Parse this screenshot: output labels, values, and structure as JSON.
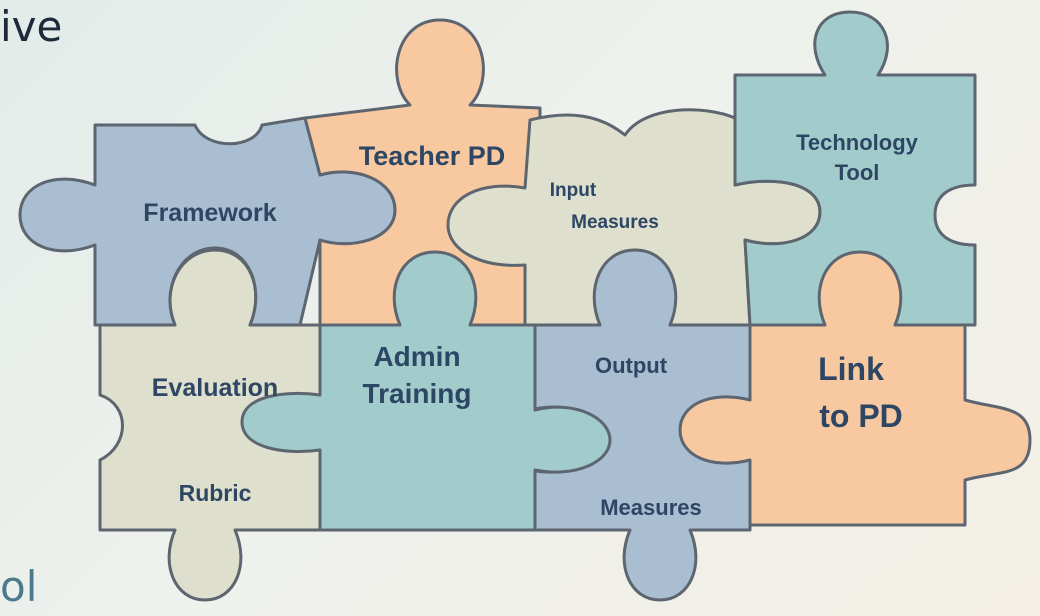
{
  "title_fragments": {
    "top": "ive",
    "bottom": "ol"
  },
  "colors": {
    "blue_gray": "#a9bed0",
    "peach": "#f8c9a0",
    "beige": "#dedfcc",
    "teal": "#a2cccc",
    "outline": "#5d6670",
    "label_text": "#2d4664"
  },
  "pieces": {
    "framework": "Framework",
    "teacher_pd": "Teacher PD",
    "input_measures": [
      "Input",
      "Measures"
    ],
    "technology_tool": [
      "Technology",
      "Tool"
    ],
    "evaluation_rubric": [
      "Evaluation",
      "Rubric"
    ],
    "admin_training": [
      "Admin",
      "Training"
    ],
    "output_measures": [
      "Output",
      "Measures"
    ],
    "link_to_pd": [
      "Link",
      "to PD"
    ]
  }
}
